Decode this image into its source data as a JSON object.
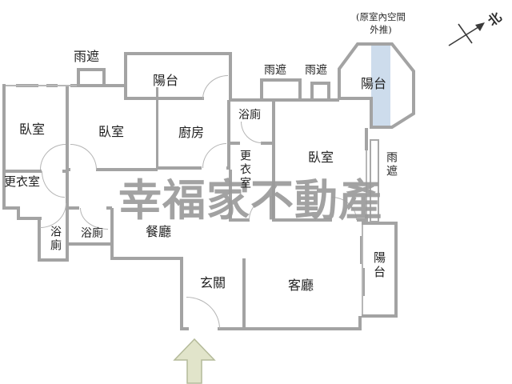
{
  "labels": {
    "bedroom_left": "臥室",
    "bedroom_mid": "臥室",
    "bedroom_right": "臥室",
    "kitchen": "廚房",
    "dining": "餐廳",
    "living": "客廳",
    "entry": "玄關",
    "balcony_top": "陽台",
    "balcony_octagon": "陽台",
    "balcony_right": "陽台",
    "bath_small_top": "浴廁",
    "bath_left_vertical": "浴廁",
    "bath_left_horizontal": "浴廁",
    "closet_left": "更衣室",
    "closet_middle": "更衣室",
    "rain_cover_left": "雨遮",
    "rain_cover_mid1": "雨遮",
    "rain_cover_mid2": "雨遮",
    "rain_cover_right": "雨遮",
    "octagon_note_line1": "(原室內空間",
    "octagon_note_line2": "外推)",
    "compass_north": "北",
    "watermark": "幸福家不動產"
  },
  "colors": {
    "wall": "#a3a3a3",
    "thin_line": "#b5b5b5",
    "label_text": "#1f1f1f",
    "watermark_gray": "#9b9b9b",
    "balcony_extension_highlight": "#cddcec",
    "entry_arrow_fill": "#e1e4ca",
    "entry_arrow_border": "#b4ba99"
  }
}
